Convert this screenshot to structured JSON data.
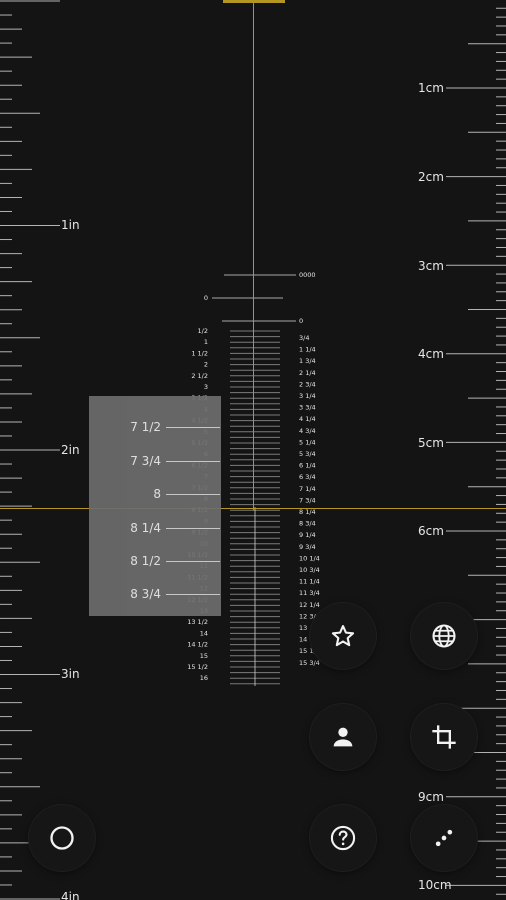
{
  "units": {
    "inch_labels": [
      "1in",
      "2in",
      "3in",
      "4in"
    ],
    "cm_labels": [
      "1cm",
      "2cm",
      "3cm",
      "4cm",
      "5cm",
      "6cm",
      "9cm",
      "10cm"
    ]
  },
  "center_scale": {
    "left_labels": [
      "0",
      "1/2",
      "1",
      "1 1/2",
      "2",
      "2 1/2",
      "3",
      "3 1/2",
      "4",
      "4 1/2",
      "5",
      "5 1/2",
      "6",
      "6 1/2",
      "7",
      "7 1/2",
      "8",
      "8 1/2",
      "9",
      "9 1/2",
      "10",
      "10 1/2",
      "11",
      "11 1/2",
      "12",
      "12 1/2",
      "13",
      "13 1/2",
      "14",
      "14 1/2",
      "15",
      "15 1/2",
      "16"
    ],
    "right_labels": [
      "0000",
      "0",
      "3/4",
      "1 1/4",
      "1 3/4",
      "2 1/4",
      "2 3/4",
      "3 1/4",
      "3 3/4",
      "4 1/4",
      "4 3/4",
      "5 1/4",
      "5 3/4",
      "6 1/4",
      "6 3/4",
      "7 1/4",
      "7 3/4",
      "8 1/4",
      "8 3/4",
      "9 1/4",
      "9 3/4",
      "10 1/4",
      "10 3/4",
      "11 1/4",
      "11 3/4",
      "12 1/4",
      "12 3/4",
      "13",
      "14",
      "15 1/4",
      "15 3/4"
    ]
  },
  "size_panel": {
    "items": [
      "7 1/2",
      "7 3/4",
      "8",
      "8 1/4",
      "8 1/2",
      "8 3/4"
    ]
  },
  "buttons": {
    "favorite": "star-icon",
    "language": "globe-icon",
    "profile": "person-icon",
    "crop": "crop-icon",
    "mode": "circle-icon",
    "help": "help-icon",
    "more": "dots-icon"
  },
  "colors": {
    "accent": "#b39722",
    "background": "#141414",
    "tick": "#cfcfcf"
  }
}
